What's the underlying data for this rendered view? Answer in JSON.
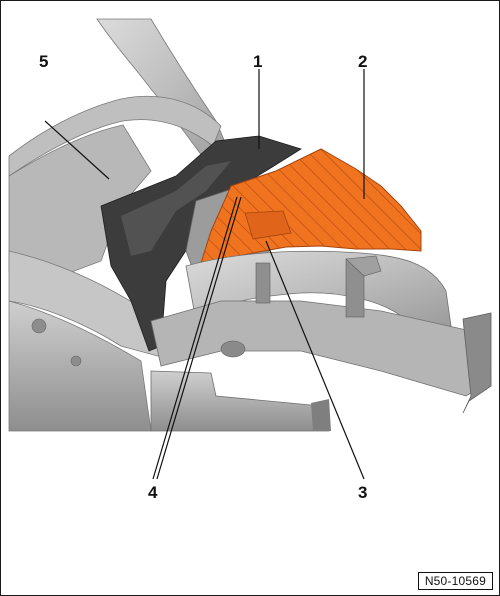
{
  "callouts": [
    {
      "id": "1",
      "label": "1"
    },
    {
      "id": "2",
      "label": "2"
    },
    {
      "id": "3",
      "label": "3"
    },
    {
      "id": "4",
      "label": "4"
    },
    {
      "id": "5",
      "label": "5"
    }
  ],
  "reference_code": "N50-10569",
  "colors": {
    "highlight": "#f0731f",
    "highlight_hatch": "#b84a10",
    "metal_light": "#c9c9c9",
    "metal_mid": "#a9a9a9",
    "metal_dark": "#6f6f6f",
    "insulation_dark": "#3a3a3a"
  }
}
